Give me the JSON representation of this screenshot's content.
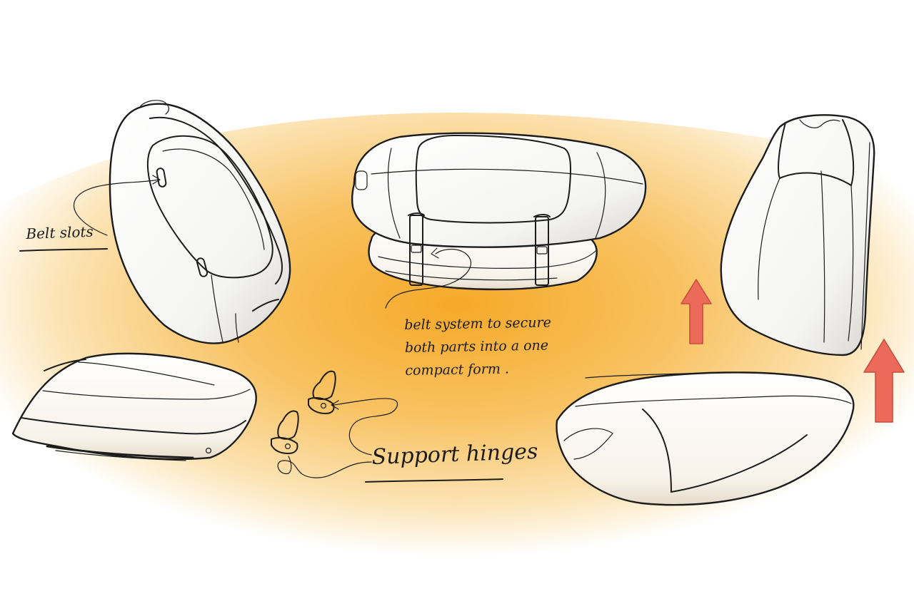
{
  "annotations": {
    "belt_slots": "Belt slots",
    "belt_system": [
      "belt system to secure",
      "both parts into a one",
      "compact form ."
    ],
    "support_hinges": "Support hinges"
  },
  "colors": {
    "backdrop_core": "#f6a928",
    "backdrop_edge": "#ffffff",
    "belt": "#f0aa2e",
    "arrow": "#ec6a5a",
    "ink": "#1c1c1c"
  },
  "icons": [
    "up-arrow-icon",
    "up-arrow-icon"
  ]
}
